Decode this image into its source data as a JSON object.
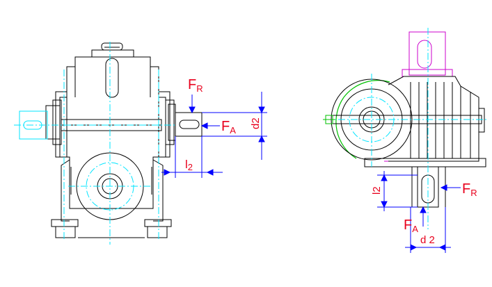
{
  "drawing": {
    "left_view": {
      "force_radial": {
        "main": "F",
        "sub": "R"
      },
      "force_axial": {
        "main": "F",
        "sub": "A"
      },
      "shaft_diameter": "d2",
      "shaft_length": {
        "main": "l",
        "sub": "2"
      }
    },
    "right_view": {
      "force_radial": {
        "main": "F",
        "sub": "R"
      },
      "force_axial": {
        "main": "F",
        "sub": "A"
      },
      "shaft_diameter": "d 2",
      "shaft_length": "l2"
    }
  },
  "colors": {
    "outline": "#000000",
    "centerline": "#00e5ff",
    "dimension": "#0000ff",
    "label": "#e8001c",
    "motor_flange": "#cc00cc",
    "housing_edge": "#00c000"
  }
}
